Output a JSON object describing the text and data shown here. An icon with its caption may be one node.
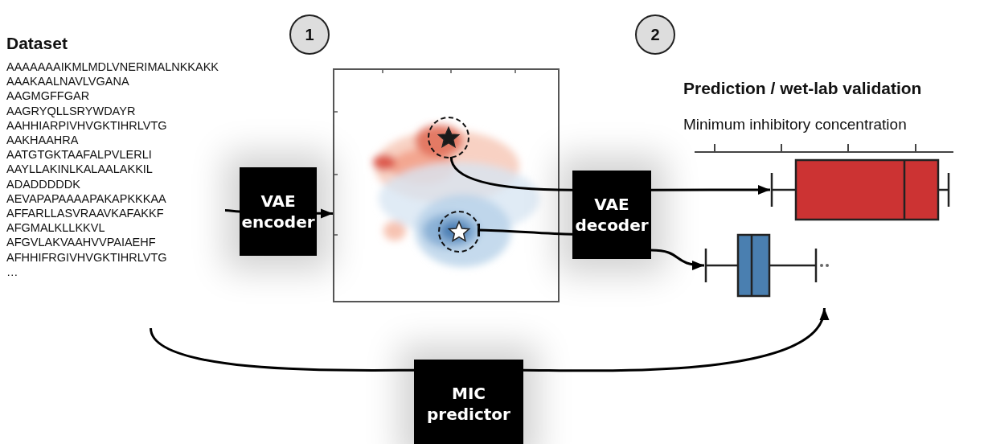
{
  "diagram": {
    "nodes": [
      {
        "text": [
          "Dataset",
          "AAAAAAAIKMLMDLVNERIMALNKKAKK",
          "AAAKAALNAVLVGANA",
          "AAGMGFFGAR",
          "AAGRYQLLSRYWDAYR",
          "AAHHIARPIVHVGKTIHRLVTG",
          "AAKHAAHRA",
          "AATGTGKTAAFALPVLERLI",
          "AAYLLAKINLKALAALAKKIL",
          "ADADDDDDK",
          "AEVAPAPAAAAPAKAPKKKAA",
          "AFFARLLASVRAAVKAFAKKF",
          "AFGMALKLLKKVL",
          "AFGVLAKVAAHVVPAIAEHF",
          "AFHHIFRGIVHVGKTIHRLVTG",
          "…"
        ]
      },
      {
        "text": [
          "VAE encoder"
        ]
      },
      {
        "text": [],
        "shape": "picture"
      },
      {
        "text": [],
        "shape": "circle",
        "in": 2
      },
      {
        "text": [],
        "shape": "circle",
        "in": 2
      },
      {
        "text": [
          "VAE decoder"
        ]
      },
      {
        "text": [
          "Prediction / wet-lab validation",
          "Minimum inhibitory concentration"
        ]
      },
      {
        "text": [],
        "shape": "box",
        "in": 6
      },
      {
        "text": [],
        "shape": "box",
        "in": 6
      },
      {
        "text": [
          "MIC predictor"
        ]
      }
    ],
    "edges": [
      {
        "from": 0,
        "to": 1,
        "arrow": "none"
      },
      {
        "from": 1,
        "to": 2,
        "arrow": "to"
      },
      {
        "from": 3,
        "to": 5,
        "arrow": "none"
      },
      {
        "from": 5,
        "to": 7,
        "arrow": "to"
      },
      {
        "from": 5,
        "to": 4,
        "arrow": "other"
      },
      {
        "from": 5,
        "to": 8,
        "arrow": "to"
      },
      {
        "from": 0,
        "to": 9,
        "arrow": "none"
      },
      {
        "from": 9,
        "to": 6,
        "arrow": "to"
      }
    ],
    "labels": [
      "1",
      "2"
    ]
  }
}
